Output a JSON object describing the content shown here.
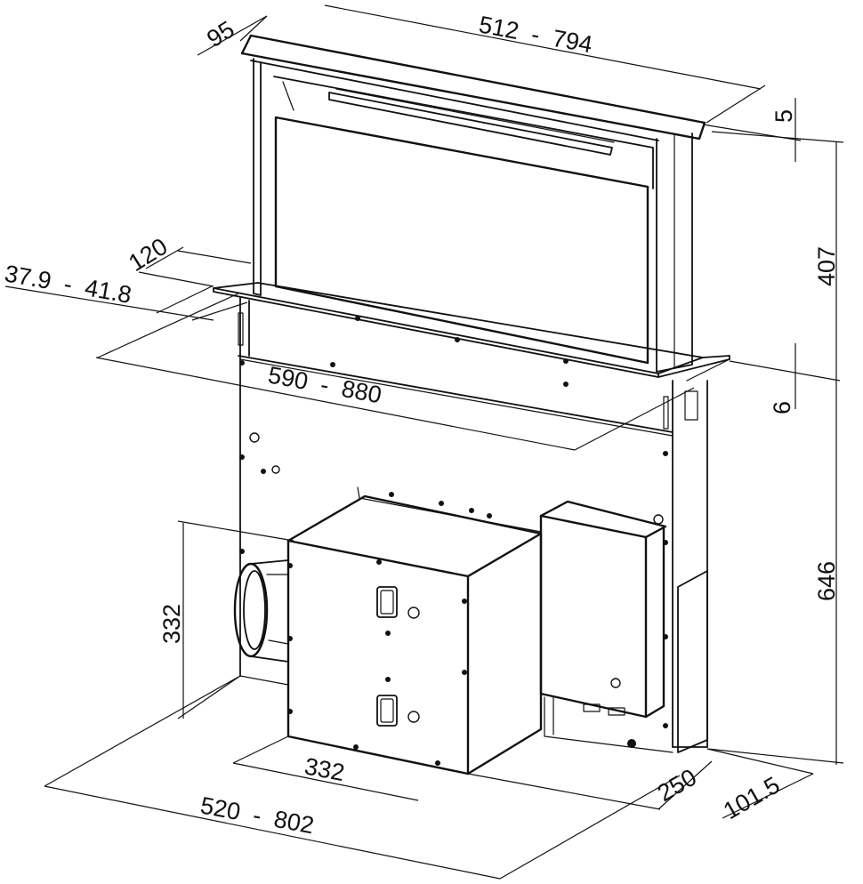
{
  "dimensions": {
    "hood_depth": "95",
    "hood_width_range": "512  -  794",
    "top_thickness": "5",
    "visible_height": "407",
    "cutout_depth": "120",
    "worktop_range": "37.9  -  41.8",
    "worktop_cutout_range": "590  -  880",
    "flange_thickness": "6",
    "body_height": "646",
    "motor_height": "332",
    "motor_width": "332",
    "body_width_range": "520  -  802",
    "body_depth": "250",
    "rear_offset": "101.5"
  },
  "colors": {
    "line": "#111111",
    "background": "#ffffff"
  }
}
